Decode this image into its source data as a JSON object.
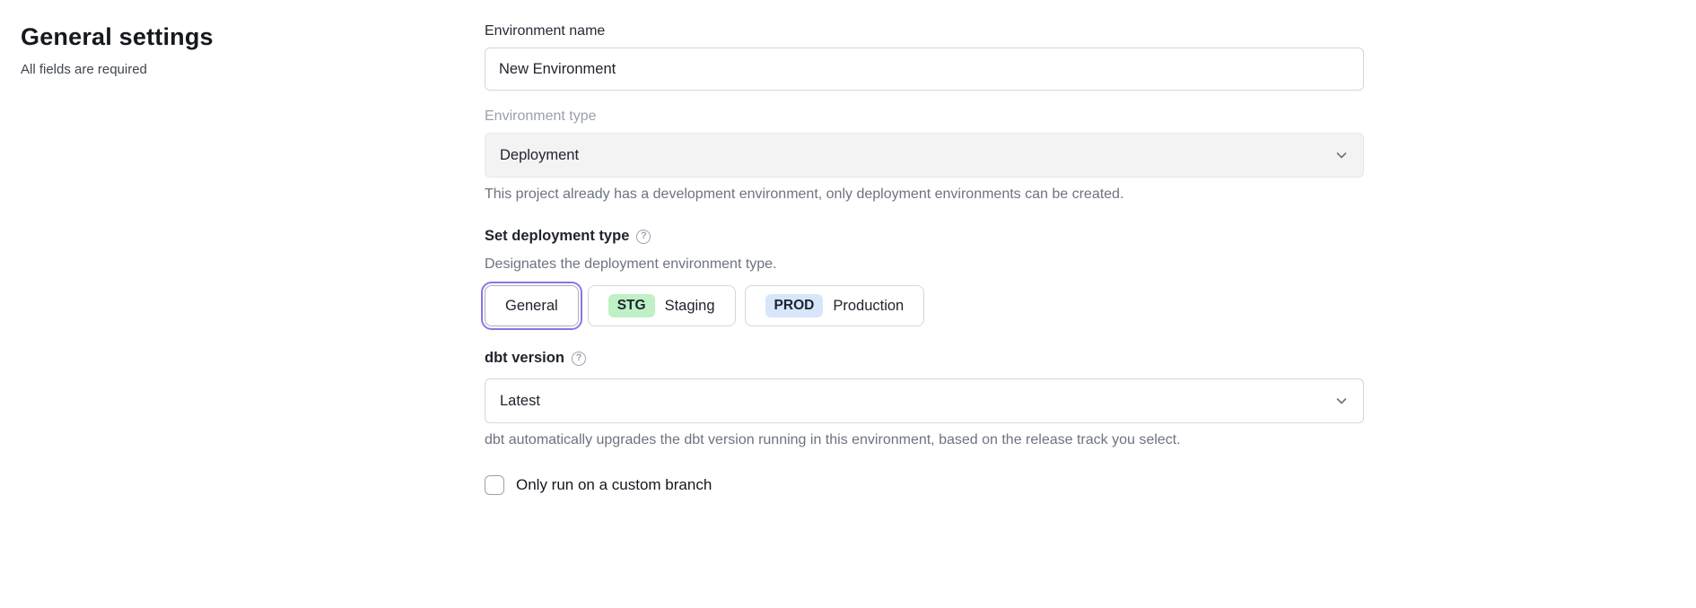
{
  "page": {
    "title": "General settings",
    "subtitle": "All fields are required"
  },
  "form": {
    "environment_name": {
      "label": "Environment name",
      "value": "New Environment"
    },
    "environment_type": {
      "label": "Environment type",
      "value": "Deployment",
      "help": "This project already has a development environment, only deployment environments can be created."
    },
    "deployment_type": {
      "label": "Set deployment type",
      "description": "Designates the deployment environment type.",
      "options": [
        {
          "label": "General",
          "badge": "",
          "selected": true
        },
        {
          "label": "Staging",
          "badge": "STG",
          "selected": false
        },
        {
          "label": "Production",
          "badge": "PROD",
          "selected": false
        }
      ]
    },
    "dbt_version": {
      "label": "dbt version",
      "value": "Latest",
      "help": "dbt automatically upgrades the dbt version running in this environment, based on the release track you select."
    },
    "custom_branch": {
      "label": "Only run on a custom branch",
      "checked": false
    }
  },
  "colors": {
    "accent_ring": "#8577e6",
    "stg_badge_bg": "#bff0c6",
    "prod_badge_bg": "#d7e6fa"
  }
}
